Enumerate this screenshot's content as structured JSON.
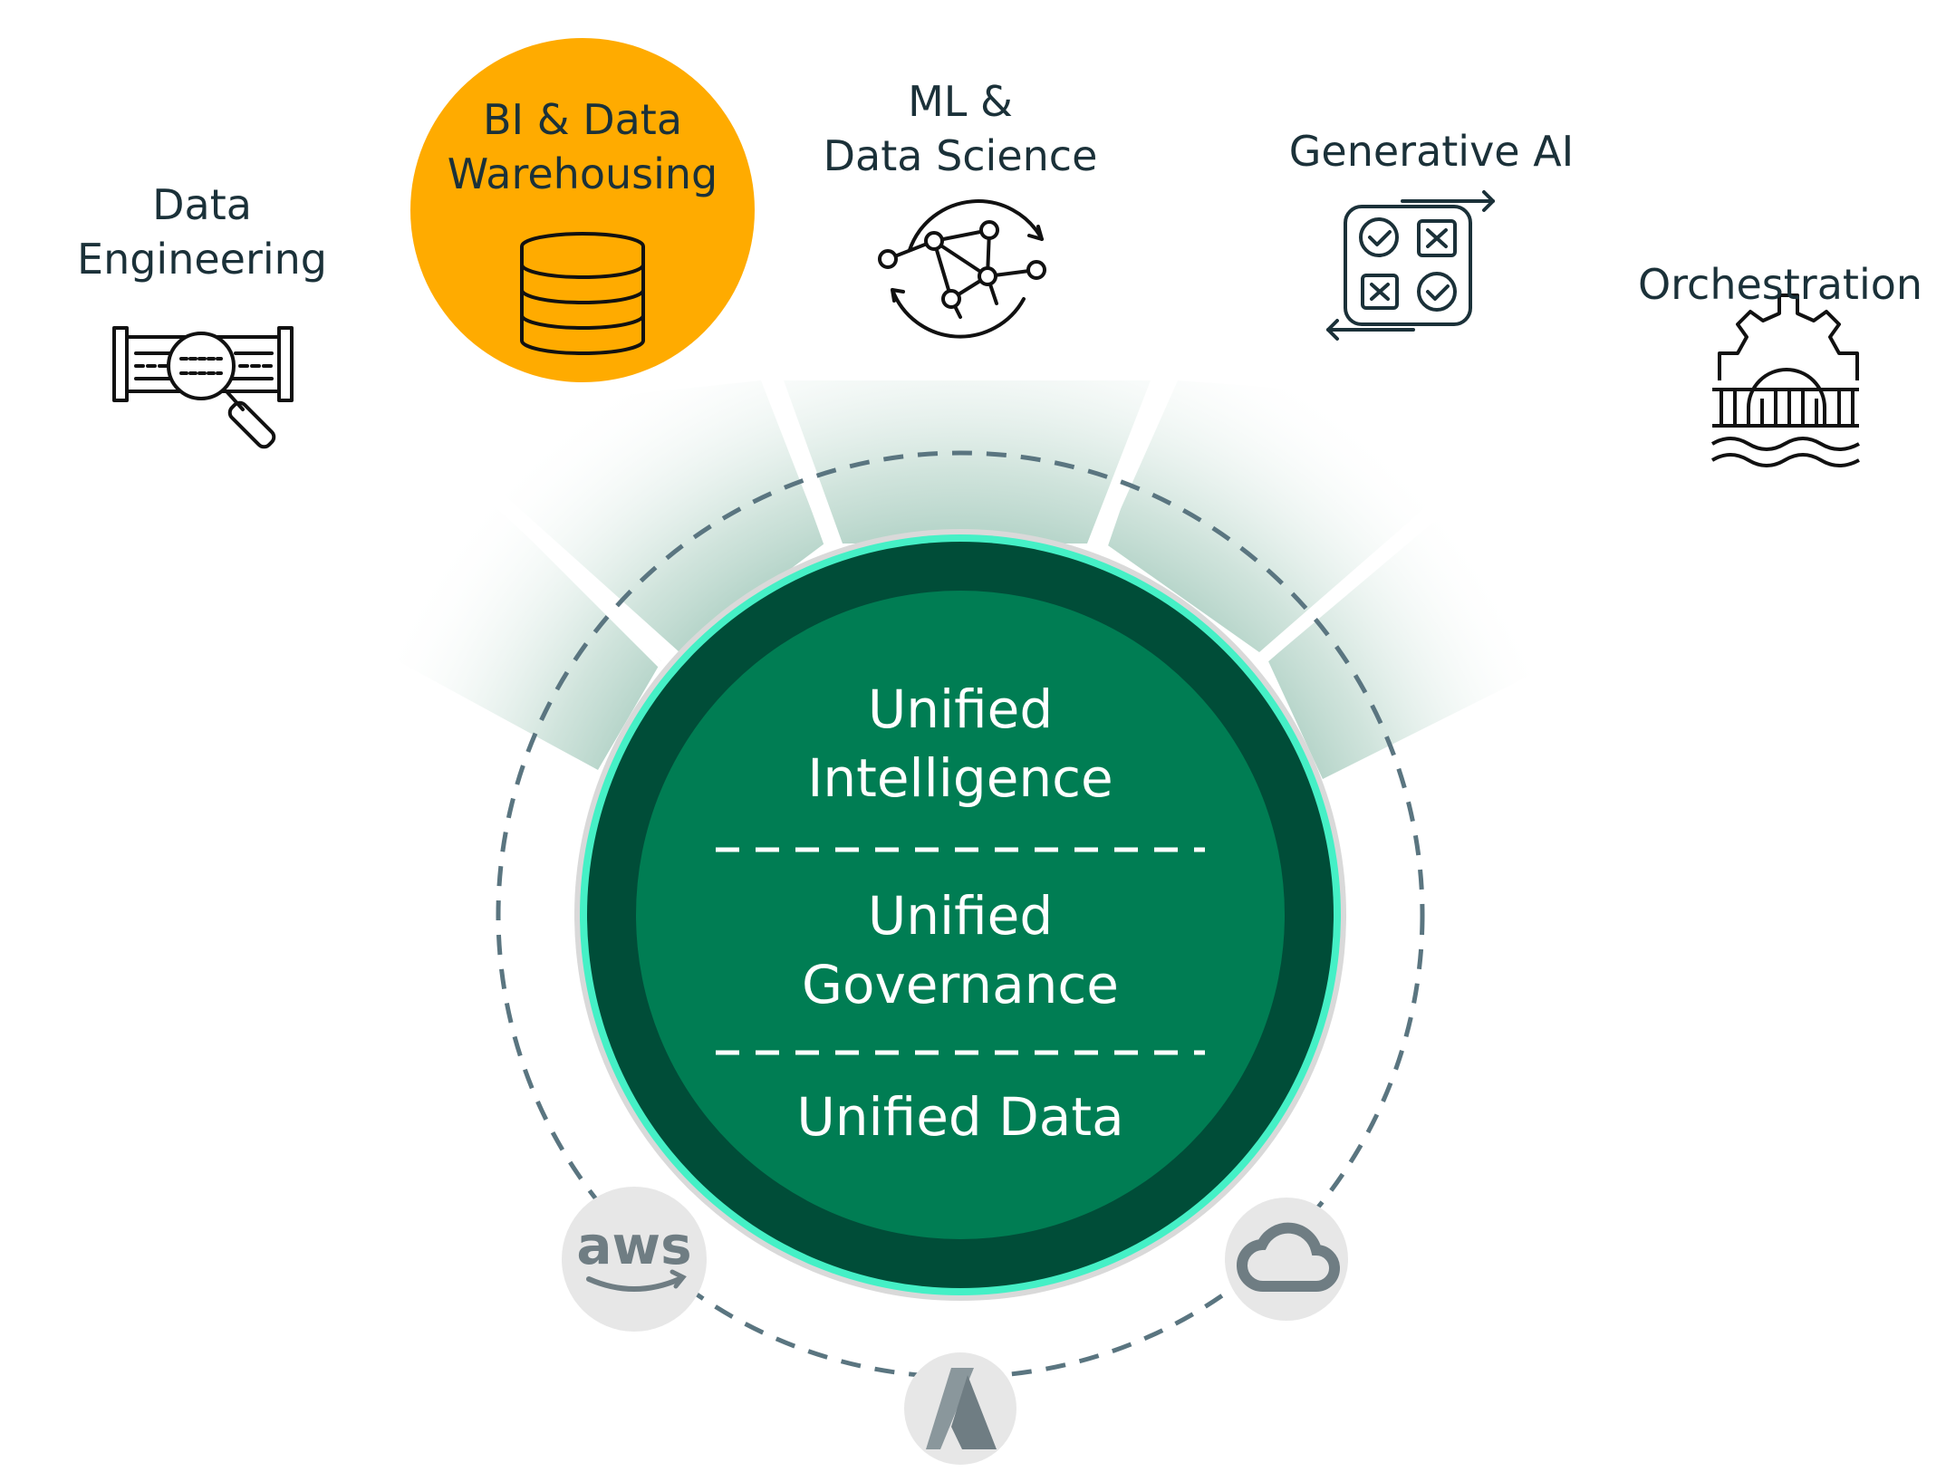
{
  "use_cases": [
    {
      "id": "data-engineering",
      "lines": [
        "Data",
        "Engineering"
      ],
      "icon": "pipeline-search-icon",
      "highlighted": false
    },
    {
      "id": "bi-data-warehousing",
      "lines": [
        "BI & Data",
        "Warehousing"
      ],
      "icon": "database-icon",
      "highlighted": true
    },
    {
      "id": "ml-data-science",
      "lines": [
        "ML &",
        "Data Science"
      ],
      "icon": "network-graph-icon",
      "highlighted": false
    },
    {
      "id": "generative-ai",
      "lines": [
        "Generative AI"
      ],
      "icon": "tic-tac-toe-board-icon",
      "highlighted": false
    },
    {
      "id": "orchestration",
      "lines": [
        "Orchestration"
      ],
      "icon": "gear-bridge-icon",
      "highlighted": false
    }
  ],
  "core_layers": {
    "intelligence": [
      "Unified",
      "Intelligence"
    ],
    "governance": [
      "Unified",
      "Governance"
    ],
    "data": [
      "Unified Data"
    ]
  },
  "clouds": [
    {
      "name": "aws",
      "icon": "aws-logo-icon"
    },
    {
      "name": "azure",
      "icon": "azure-logo-icon"
    },
    {
      "name": "google-cloud",
      "icon": "google-cloud-logo-icon"
    }
  ],
  "colors": {
    "highlight": "#ffab00",
    "core_outer": "#004d38",
    "core_inner": "#007d53",
    "ring_glow": "#45f0c6",
    "dashed_orbit": "#5a7580",
    "beam": "#7fb7a2",
    "text_dark": "#1b3139",
    "logo_grey": "#7a8a90"
  }
}
